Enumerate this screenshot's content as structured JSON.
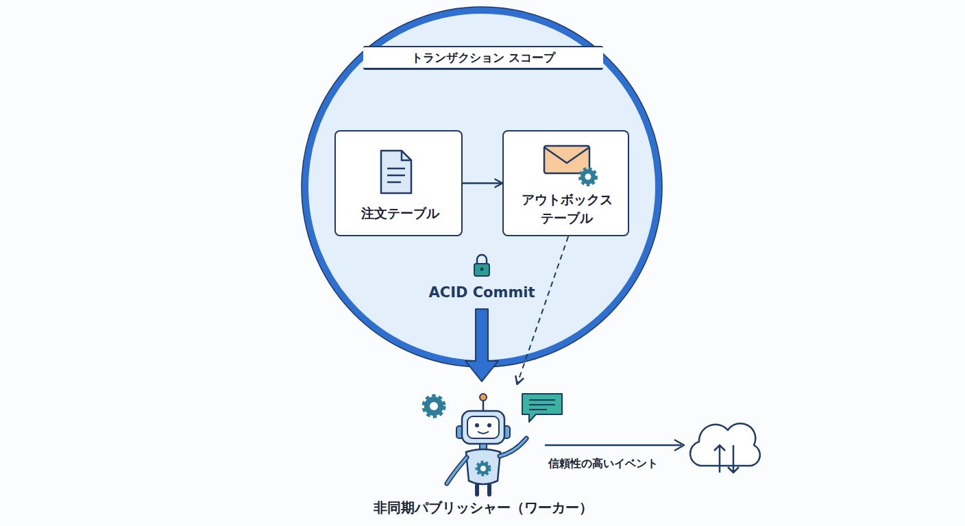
{
  "diagram": {
    "nodes": [
      {
        "text": [
          "トランザクション スコープ"
        ]
      },
      {
        "text": [
          "注文テーブル"
        ],
        "in": 0
      },
      {
        "text": [
          "アウトボックス テーブル"
        ],
        "in": 0
      },
      {
        "text": [
          "非同期パブリッシャー（ワーカー）"
        ]
      }
    ],
    "edges": [
      {
        "from": 1,
        "to": 2,
        "arrow": "to"
      },
      {
        "from": 0,
        "to": 3,
        "label": "ACID Commit",
        "arrow": "to"
      },
      {
        "from": 2,
        "to": 3,
        "arrow": "to"
      }
    ],
    "labels": [
      "信頼性の高いイベント"
    ]
  }
}
